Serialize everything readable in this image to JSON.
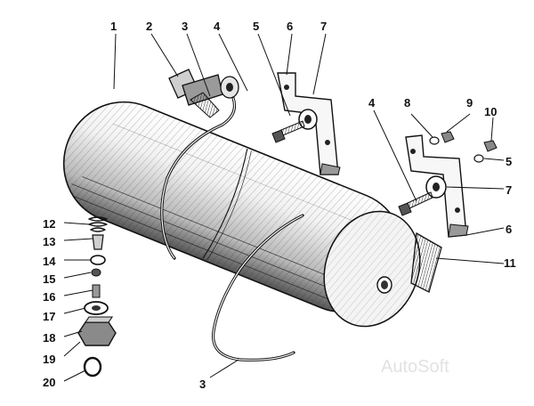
{
  "callouts": {
    "n1": "1",
    "n2": "2",
    "n3a": "3",
    "n3b": "3",
    "n4a": "4",
    "n4b": "4",
    "n5a": "5",
    "n5b": "5",
    "n6a": "6",
    "n6b": "6",
    "n7a": "7",
    "n7b": "7",
    "n8": "8",
    "n9": "9",
    "n10": "10",
    "n11": "11",
    "n12": "12",
    "n13": "13",
    "n14": "14",
    "n15": "15",
    "n16": "16",
    "n17": "17",
    "n18": "18",
    "n19": "19",
    "n20": "20"
  },
  "watermark": "AutoSoft"
}
